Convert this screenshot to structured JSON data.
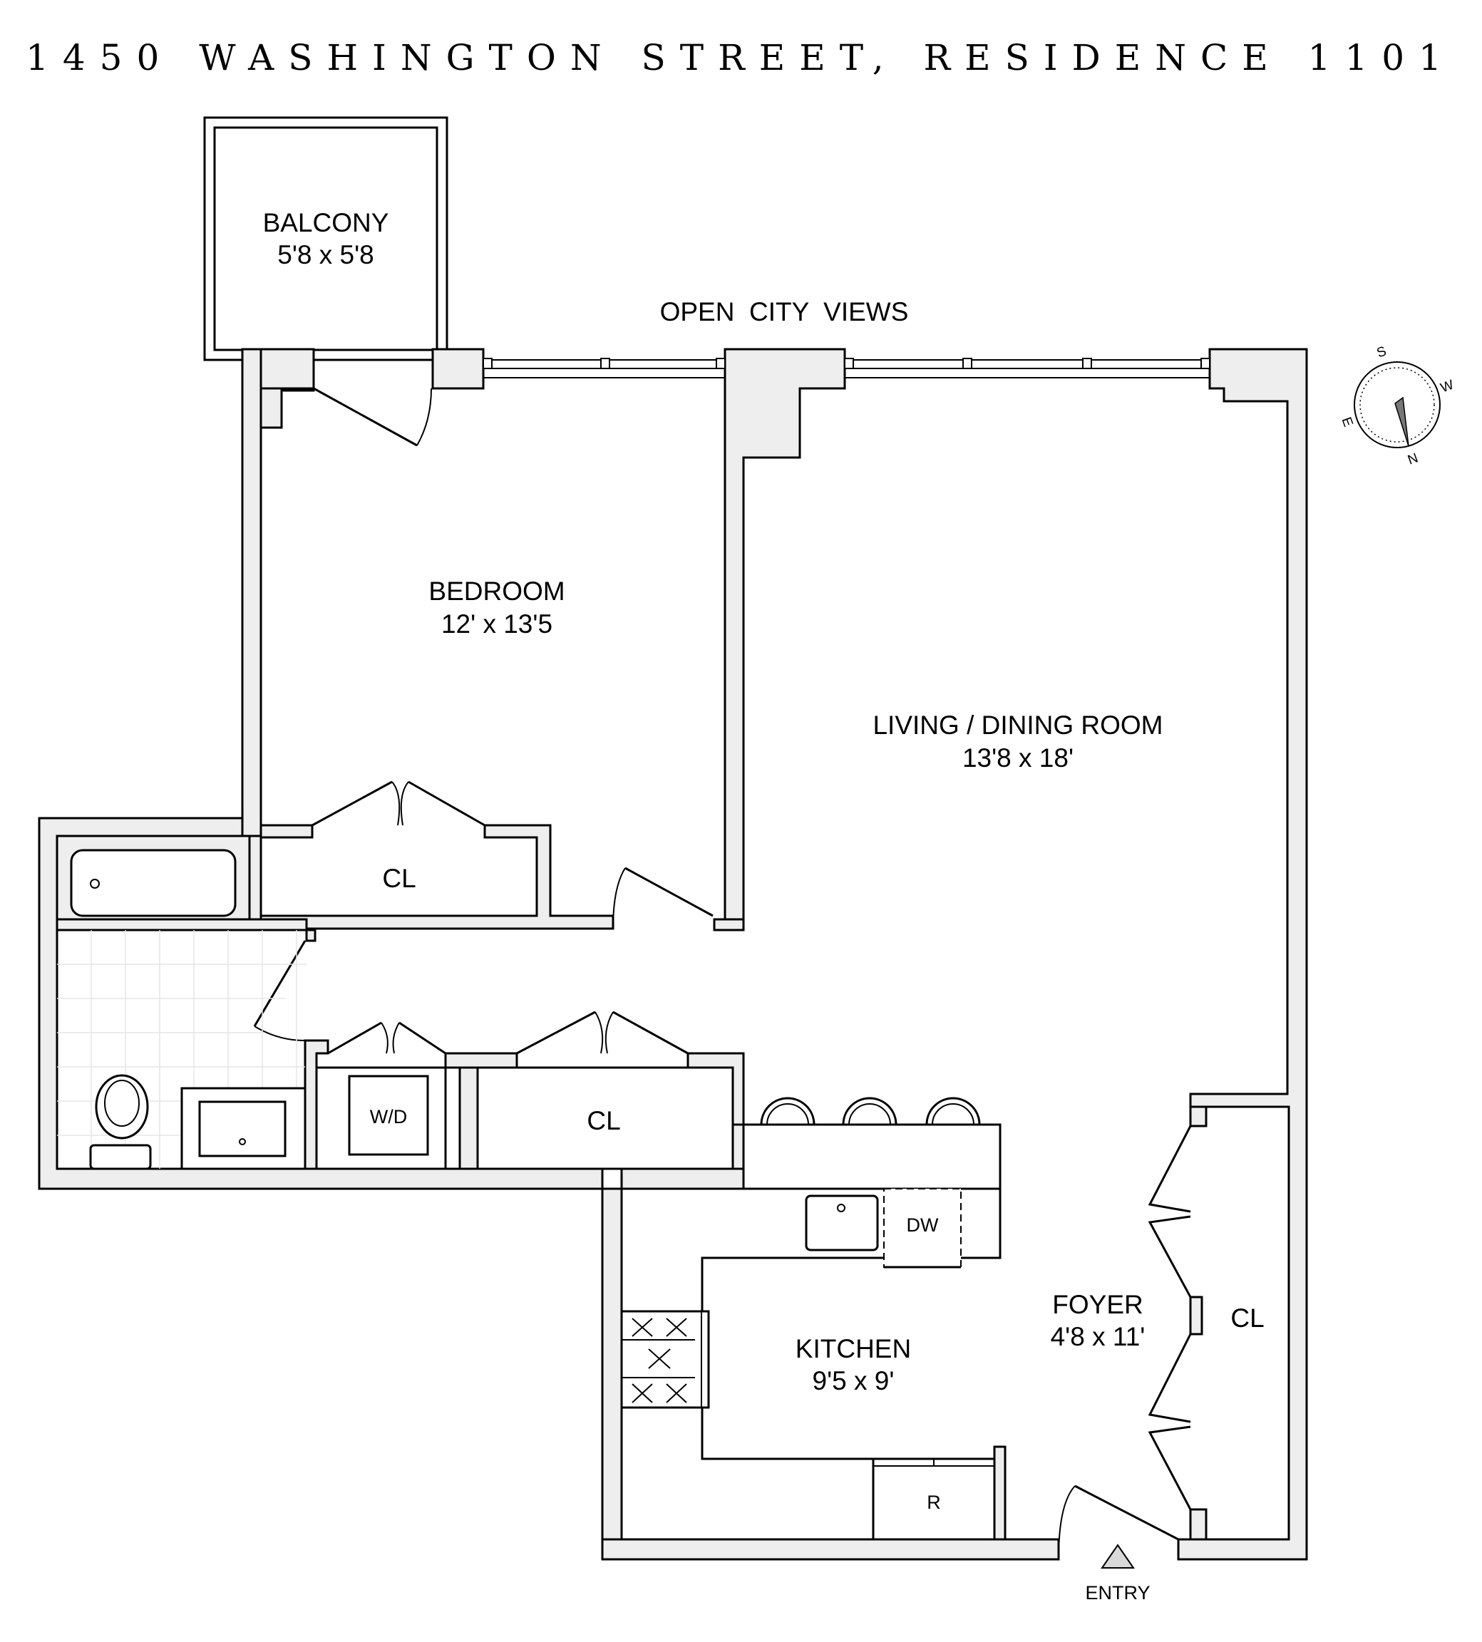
{
  "title": "1450 WASHINGTON STREET, RESIDENCE 1101",
  "view_label": "OPEN  CITY  VIEWS",
  "entry_label": "ENTRY",
  "rooms": {
    "balcony": {
      "name": "BALCONY",
      "dims": "5'8 x 5'8"
    },
    "bedroom": {
      "name": "BEDROOM",
      "dims": "12' x 13'5"
    },
    "living": {
      "name": "LIVING / DINING ROOM",
      "dims": "13'8 x 18'"
    },
    "kitchen": {
      "name": "KITCHEN",
      "dims": "9'5 x 9'"
    },
    "foyer": {
      "name": "FOYER",
      "dims": "4'8 x 11'"
    },
    "closet_label": "CL"
  },
  "fixtures": {
    "washer_dryer": "W/D",
    "dishwasher": "DW",
    "refrigerator": "R"
  },
  "compass": {
    "n": "N",
    "s": "S",
    "e": "E",
    "w": "W"
  }
}
